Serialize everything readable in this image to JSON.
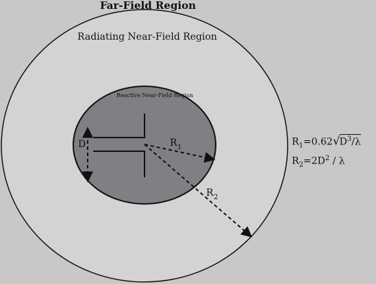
{
  "title": "Far-Field Region",
  "regions": {
    "radiating_label": "Radiating Near-Field Region",
    "reactive_label": "Reactive Near-Field Region"
  },
  "labels": {
    "d": "D",
    "r1": "R",
    "r1_sub": "1",
    "r2": "R",
    "r2_sub": "2"
  },
  "formulas": {
    "r1_lhs": "R",
    "r1_sub": "1",
    "r1_eq": "=0.62",
    "r1_rad_base": "D",
    "r1_rad_exp": "3",
    "r1_rad_den": "/λ",
    "r2_lhs": "R",
    "r2_sub": "2",
    "r2_eq": "=2D",
    "r2_exp": "2",
    "r2_rest": " / λ"
  },
  "colors": {
    "background": "#c8c8c8",
    "outer_region": "#d3d3d3",
    "inner_region": "#7f7f84",
    "stroke": "#111111"
  }
}
